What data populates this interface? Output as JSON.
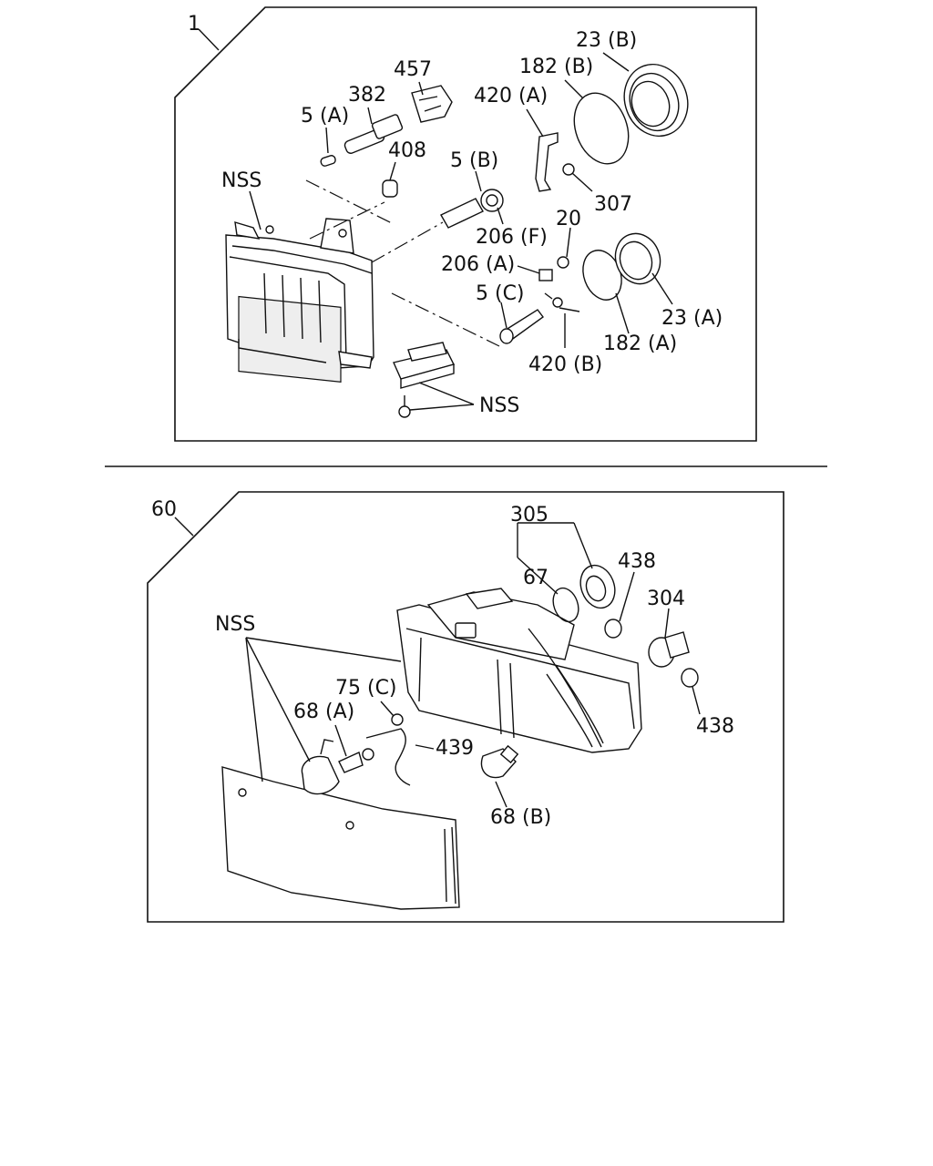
{
  "diagram": {
    "top_assembly": {
      "callout": "1",
      "labels": {
        "l457": "457",
        "l382": "382",
        "l5a": "5 (A)",
        "l408": "408",
        "lnss1": "NSS",
        "l5b": "5 (B)",
        "l420a": "420 (A)",
        "l182b": "182 (B)",
        "l23b": "23 (B)",
        "l307": "307",
        "l206f": "206 (F)",
        "l20": "20",
        "l206a": "206 (A)",
        "l5c": "5 (C)",
        "l23a": "23 (A)",
        "l182a": "182 (A)",
        "l420b": "420 (B)",
        "lnss2": "NSS"
      }
    },
    "bottom_assembly": {
      "callout": "60",
      "labels": {
        "l305": "305",
        "l67": "67",
        "l438a": "438",
        "l304": "304",
        "lnss3": "NSS",
        "l75c": "75 (C)",
        "l68a": "68 (A)",
        "l439": "439",
        "l438b": "438",
        "l68b": "68 (B)"
      }
    }
  }
}
